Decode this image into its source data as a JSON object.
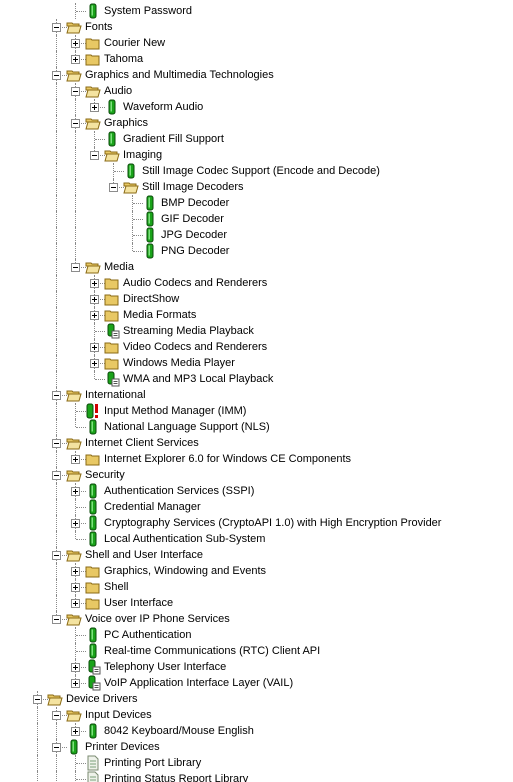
{
  "tree": {
    "rows": [
      {
        "label": "System Password",
        "depth": 2,
        "icon": "component-icon",
        "expander": "none",
        "last": false
      },
      {
        "label": "Fonts",
        "depth": 1,
        "icon": "folder-open-icon",
        "expander": "minus",
        "last": false
      },
      {
        "label": "Courier New",
        "depth": 2,
        "icon": "folder-icon",
        "expander": "plus",
        "last": false
      },
      {
        "label": "Tahoma",
        "depth": 2,
        "icon": "folder-icon",
        "expander": "plus",
        "last": true
      },
      {
        "label": "Graphics and Multimedia Technologies",
        "depth": 1,
        "icon": "folder-open-icon",
        "expander": "minus",
        "last": false
      },
      {
        "label": "Audio",
        "depth": 2,
        "icon": "folder-open-icon",
        "expander": "minus",
        "last": false
      },
      {
        "label": "Waveform Audio",
        "depth": 3,
        "icon": "component-icon",
        "expander": "plus",
        "last": true
      },
      {
        "label": "Graphics",
        "depth": 2,
        "icon": "folder-open-icon",
        "expander": "minus",
        "last": false
      },
      {
        "label": "Gradient Fill Support",
        "depth": 3,
        "icon": "component-icon",
        "expander": "none",
        "last": false
      },
      {
        "label": "Imaging",
        "depth": 3,
        "icon": "folder-open-icon",
        "expander": "minus",
        "last": true
      },
      {
        "label": "Still Image Codec Support (Encode and Decode)",
        "depth": 4,
        "icon": "component-icon",
        "expander": "none",
        "last": false
      },
      {
        "label": "Still Image Decoders",
        "depth": 4,
        "icon": "folder-open-icon",
        "expander": "minus",
        "last": true
      },
      {
        "label": "BMP Decoder",
        "depth": 5,
        "icon": "component-icon",
        "expander": "none",
        "last": false
      },
      {
        "label": "GIF Decoder",
        "depth": 5,
        "icon": "component-icon",
        "expander": "none",
        "last": false
      },
      {
        "label": "JPG Decoder",
        "depth": 5,
        "icon": "component-icon",
        "expander": "none",
        "last": false
      },
      {
        "label": "PNG Decoder",
        "depth": 5,
        "icon": "component-icon",
        "expander": "none",
        "last": true
      },
      {
        "label": "Media",
        "depth": 2,
        "icon": "folder-open-icon",
        "expander": "minus",
        "last": true
      },
      {
        "label": "Audio Codecs and Renderers",
        "depth": 3,
        "icon": "folder-icon",
        "expander": "plus",
        "last": false
      },
      {
        "label": "DirectShow",
        "depth": 3,
        "icon": "folder-icon",
        "expander": "plus",
        "last": false
      },
      {
        "label": "Media Formats",
        "depth": 3,
        "icon": "folder-icon",
        "expander": "plus",
        "last": false
      },
      {
        "label": "Streaming Media Playback",
        "depth": 3,
        "icon": "component-doc-icon",
        "expander": "none",
        "last": false
      },
      {
        "label": "Video Codecs and Renderers",
        "depth": 3,
        "icon": "folder-icon",
        "expander": "plus",
        "last": false
      },
      {
        "label": "Windows Media Player",
        "depth": 3,
        "icon": "folder-icon",
        "expander": "plus",
        "last": false
      },
      {
        "label": "WMA and MP3 Local Playback",
        "depth": 3,
        "icon": "component-doc-icon",
        "expander": "none",
        "last": true
      },
      {
        "label": "International",
        "depth": 1,
        "icon": "folder-open-icon",
        "expander": "minus",
        "last": false
      },
      {
        "label": "Input Method Manager (IMM)",
        "depth": 2,
        "icon": "component-warning-icon",
        "expander": "none",
        "last": false
      },
      {
        "label": "National Language Support (NLS)",
        "depth": 2,
        "icon": "component-icon",
        "expander": "none",
        "last": true
      },
      {
        "label": "Internet Client Services",
        "depth": 1,
        "icon": "folder-open-icon",
        "expander": "minus",
        "last": false
      },
      {
        "label": "Internet Explorer 6.0 for Windows CE Components",
        "depth": 2,
        "icon": "folder-icon",
        "expander": "plus",
        "last": true
      },
      {
        "label": "Security",
        "depth": 1,
        "icon": "folder-open-icon",
        "expander": "minus",
        "last": false
      },
      {
        "label": "Authentication Services (SSPI)",
        "depth": 2,
        "icon": "component-icon",
        "expander": "plus",
        "last": false
      },
      {
        "label": "Credential Manager",
        "depth": 2,
        "icon": "component-icon",
        "expander": "none",
        "last": false
      },
      {
        "label": "Cryptography Services (CryptoAPI 1.0) with High Encryption Provider",
        "depth": 2,
        "icon": "component-icon",
        "expander": "plus",
        "last": false
      },
      {
        "label": "Local Authentication Sub-System",
        "depth": 2,
        "icon": "component-icon",
        "expander": "none",
        "last": true
      },
      {
        "label": "Shell and User Interface",
        "depth": 1,
        "icon": "folder-open-icon",
        "expander": "minus",
        "last": false
      },
      {
        "label": "Graphics, Windowing and Events",
        "depth": 2,
        "icon": "folder-icon",
        "expander": "plus",
        "last": false
      },
      {
        "label": "Shell",
        "depth": 2,
        "icon": "folder-icon",
        "expander": "plus",
        "last": false
      },
      {
        "label": "User Interface",
        "depth": 2,
        "icon": "folder-icon",
        "expander": "plus",
        "last": true
      },
      {
        "label": "Voice over IP Phone Services",
        "depth": 1,
        "icon": "folder-open-icon",
        "expander": "minus",
        "last": true
      },
      {
        "label": "PC Authentication",
        "depth": 2,
        "icon": "component-icon",
        "expander": "none",
        "last": false
      },
      {
        "label": "Real-time Communications (RTC) Client API",
        "depth": 2,
        "icon": "component-icon",
        "expander": "none",
        "last": false
      },
      {
        "label": "Telephony User Interface",
        "depth": 2,
        "icon": "component-doc-icon",
        "expander": "plus",
        "last": false
      },
      {
        "label": "VoIP Application Interface Layer (VAIL)",
        "depth": 2,
        "icon": "component-doc-icon",
        "expander": "plus",
        "last": true
      },
      {
        "label": "Device Drivers",
        "depth": 0,
        "icon": "folder-open-icon",
        "expander": "minus",
        "last": false
      },
      {
        "label": "Input Devices",
        "depth": 1,
        "icon": "folder-open-icon",
        "expander": "minus",
        "last": false
      },
      {
        "label": "8042 Keyboard/Mouse English",
        "depth": 2,
        "icon": "component-icon",
        "expander": "plus",
        "last": true
      },
      {
        "label": "Printer Devices",
        "depth": 1,
        "icon": "component-icon",
        "expander": "minus",
        "last": false
      },
      {
        "label": "Printing Port Library",
        "depth": 2,
        "icon": "library-icon",
        "expander": "none",
        "last": false
      },
      {
        "label": "Printing Status Report Library",
        "depth": 2,
        "icon": "library-icon",
        "expander": "none",
        "last": false
      }
    ]
  },
  "colors": {
    "folder": "#e8c864",
    "folder_edge": "#8a6a14",
    "component": "#1aa31a",
    "component_edge": "#0a4a0a",
    "warning": "#d00000"
  }
}
